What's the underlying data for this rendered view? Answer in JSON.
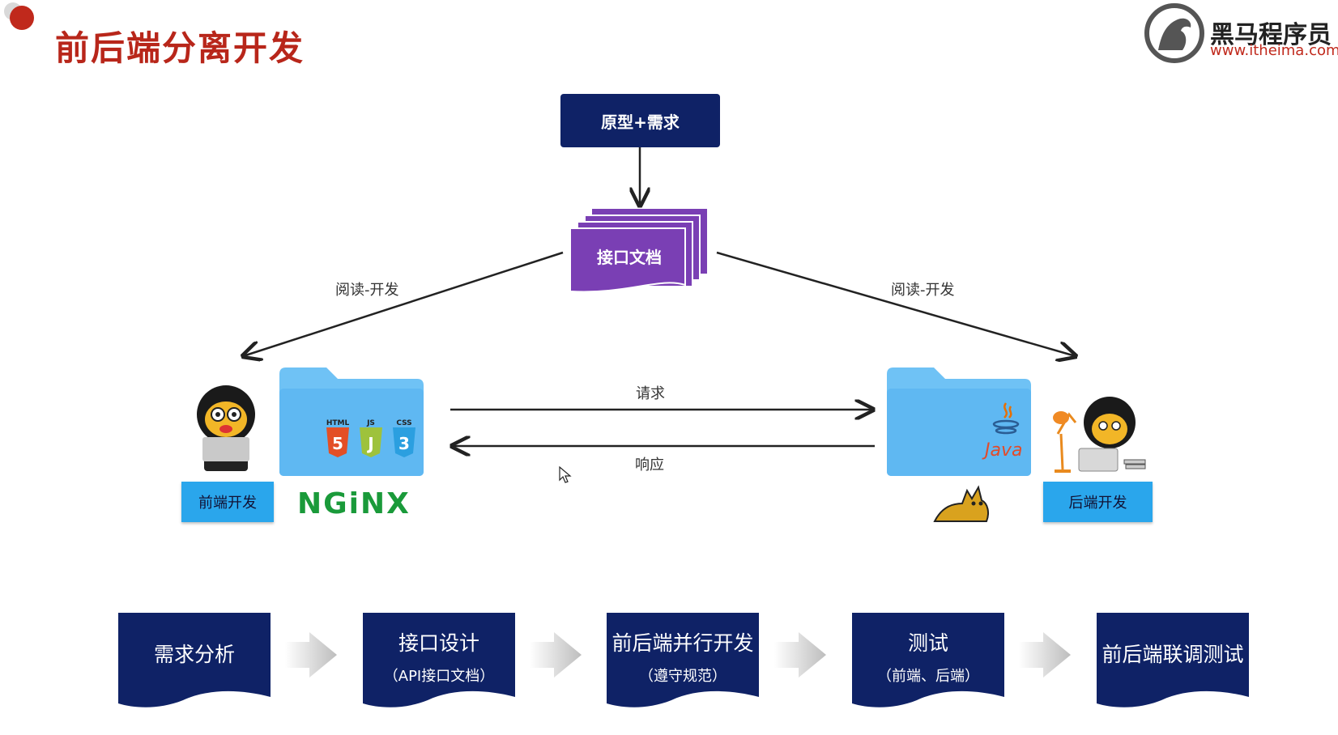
{
  "page": {
    "title": "前后端分离开发",
    "brand": {
      "name": "黑马程序员",
      "url": "www.itheima.com"
    }
  },
  "diagram": {
    "prototype_box": "原型+需求",
    "api_doc": "接口文档",
    "read_dev_left": "阅读-开发",
    "read_dev_right": "阅读-开发",
    "request": "请求",
    "response": "响应",
    "frontend_label": "前端开发",
    "backend_label": "后端开发",
    "web_badges": [
      "HTML",
      "JS",
      "CSS"
    ],
    "nginx": "NGiNX",
    "java": "Java"
  },
  "steps": [
    {
      "main": "需求分析",
      "sub": ""
    },
    {
      "main": "接口设计",
      "sub": "（API接口文档）"
    },
    {
      "main": "前后端并行开发",
      "sub": "（遵守规范）"
    },
    {
      "main": "测试",
      "sub": "（前端、后端）"
    },
    {
      "main": "前后端联调测试",
      "sub": ""
    }
  ],
  "colors": {
    "navy": "#0f2266",
    "purple": "#7a3fb4",
    "title_red": "#b8261a",
    "label_blue": "#2aa6ec",
    "folder_blue": "#5fb8f2"
  }
}
